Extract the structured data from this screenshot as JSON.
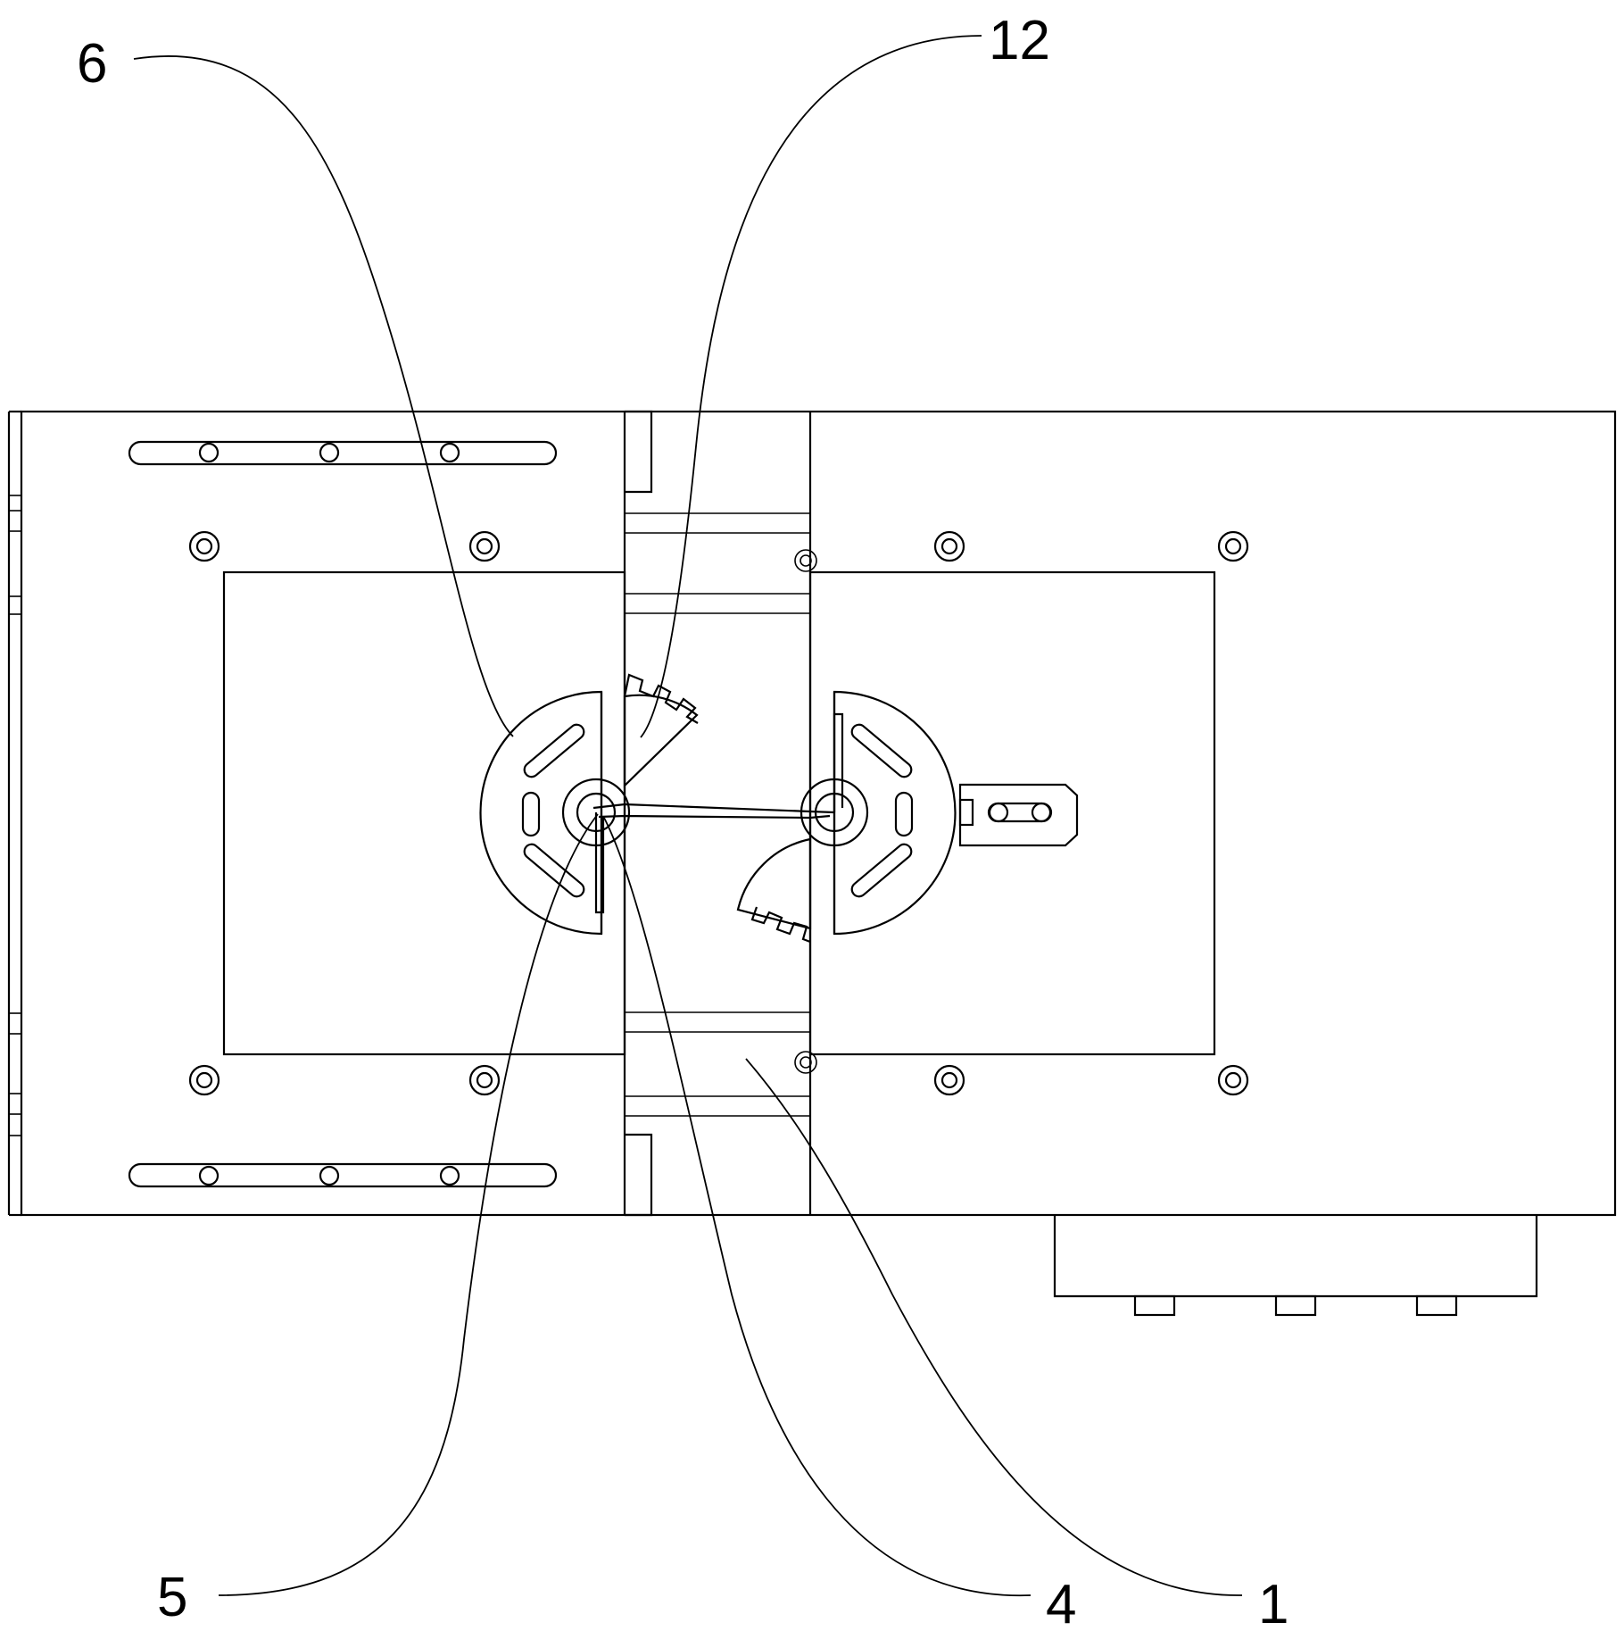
{
  "callouts": {
    "c6": "6",
    "c12": "12",
    "c5": "5",
    "c4": "4",
    "c1": "1"
  },
  "colors": {
    "line": "#000000",
    "background": "#ffffff"
  }
}
